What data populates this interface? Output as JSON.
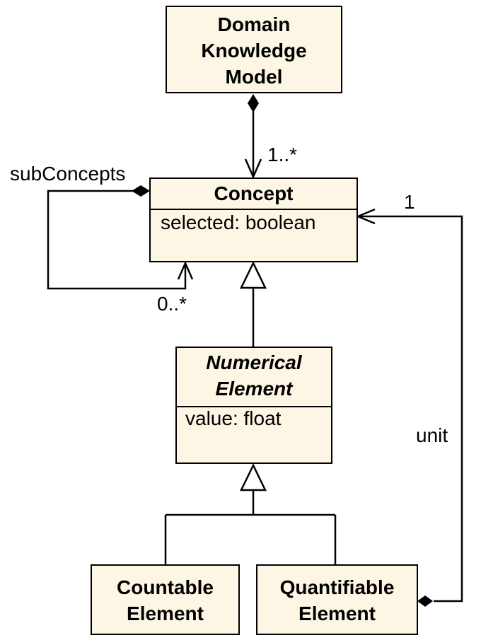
{
  "classes": {
    "domain_knowledge_model": {
      "name_lines": [
        "Domain",
        "Knowledge",
        "Model"
      ]
    },
    "concept": {
      "name": "Concept",
      "attribute": "selected: boolean"
    },
    "numerical_element": {
      "name_lines": [
        "Numerical",
        "Element"
      ],
      "attribute": "value: float"
    },
    "countable_element": {
      "name_lines": [
        "Countable",
        "Element"
      ]
    },
    "quantifiable_element": {
      "name_lines": [
        "Quantifiable",
        "Element"
      ]
    }
  },
  "associations": {
    "model_concepts": {
      "multiplicity": "1..*"
    },
    "sub_concepts": {
      "role": "subConcepts",
      "multiplicity": "0..*"
    },
    "unit": {
      "role": "unit",
      "multiplicity": "1"
    }
  },
  "colors": {
    "box_fill": "#fdf6e4",
    "line": "#000000"
  }
}
